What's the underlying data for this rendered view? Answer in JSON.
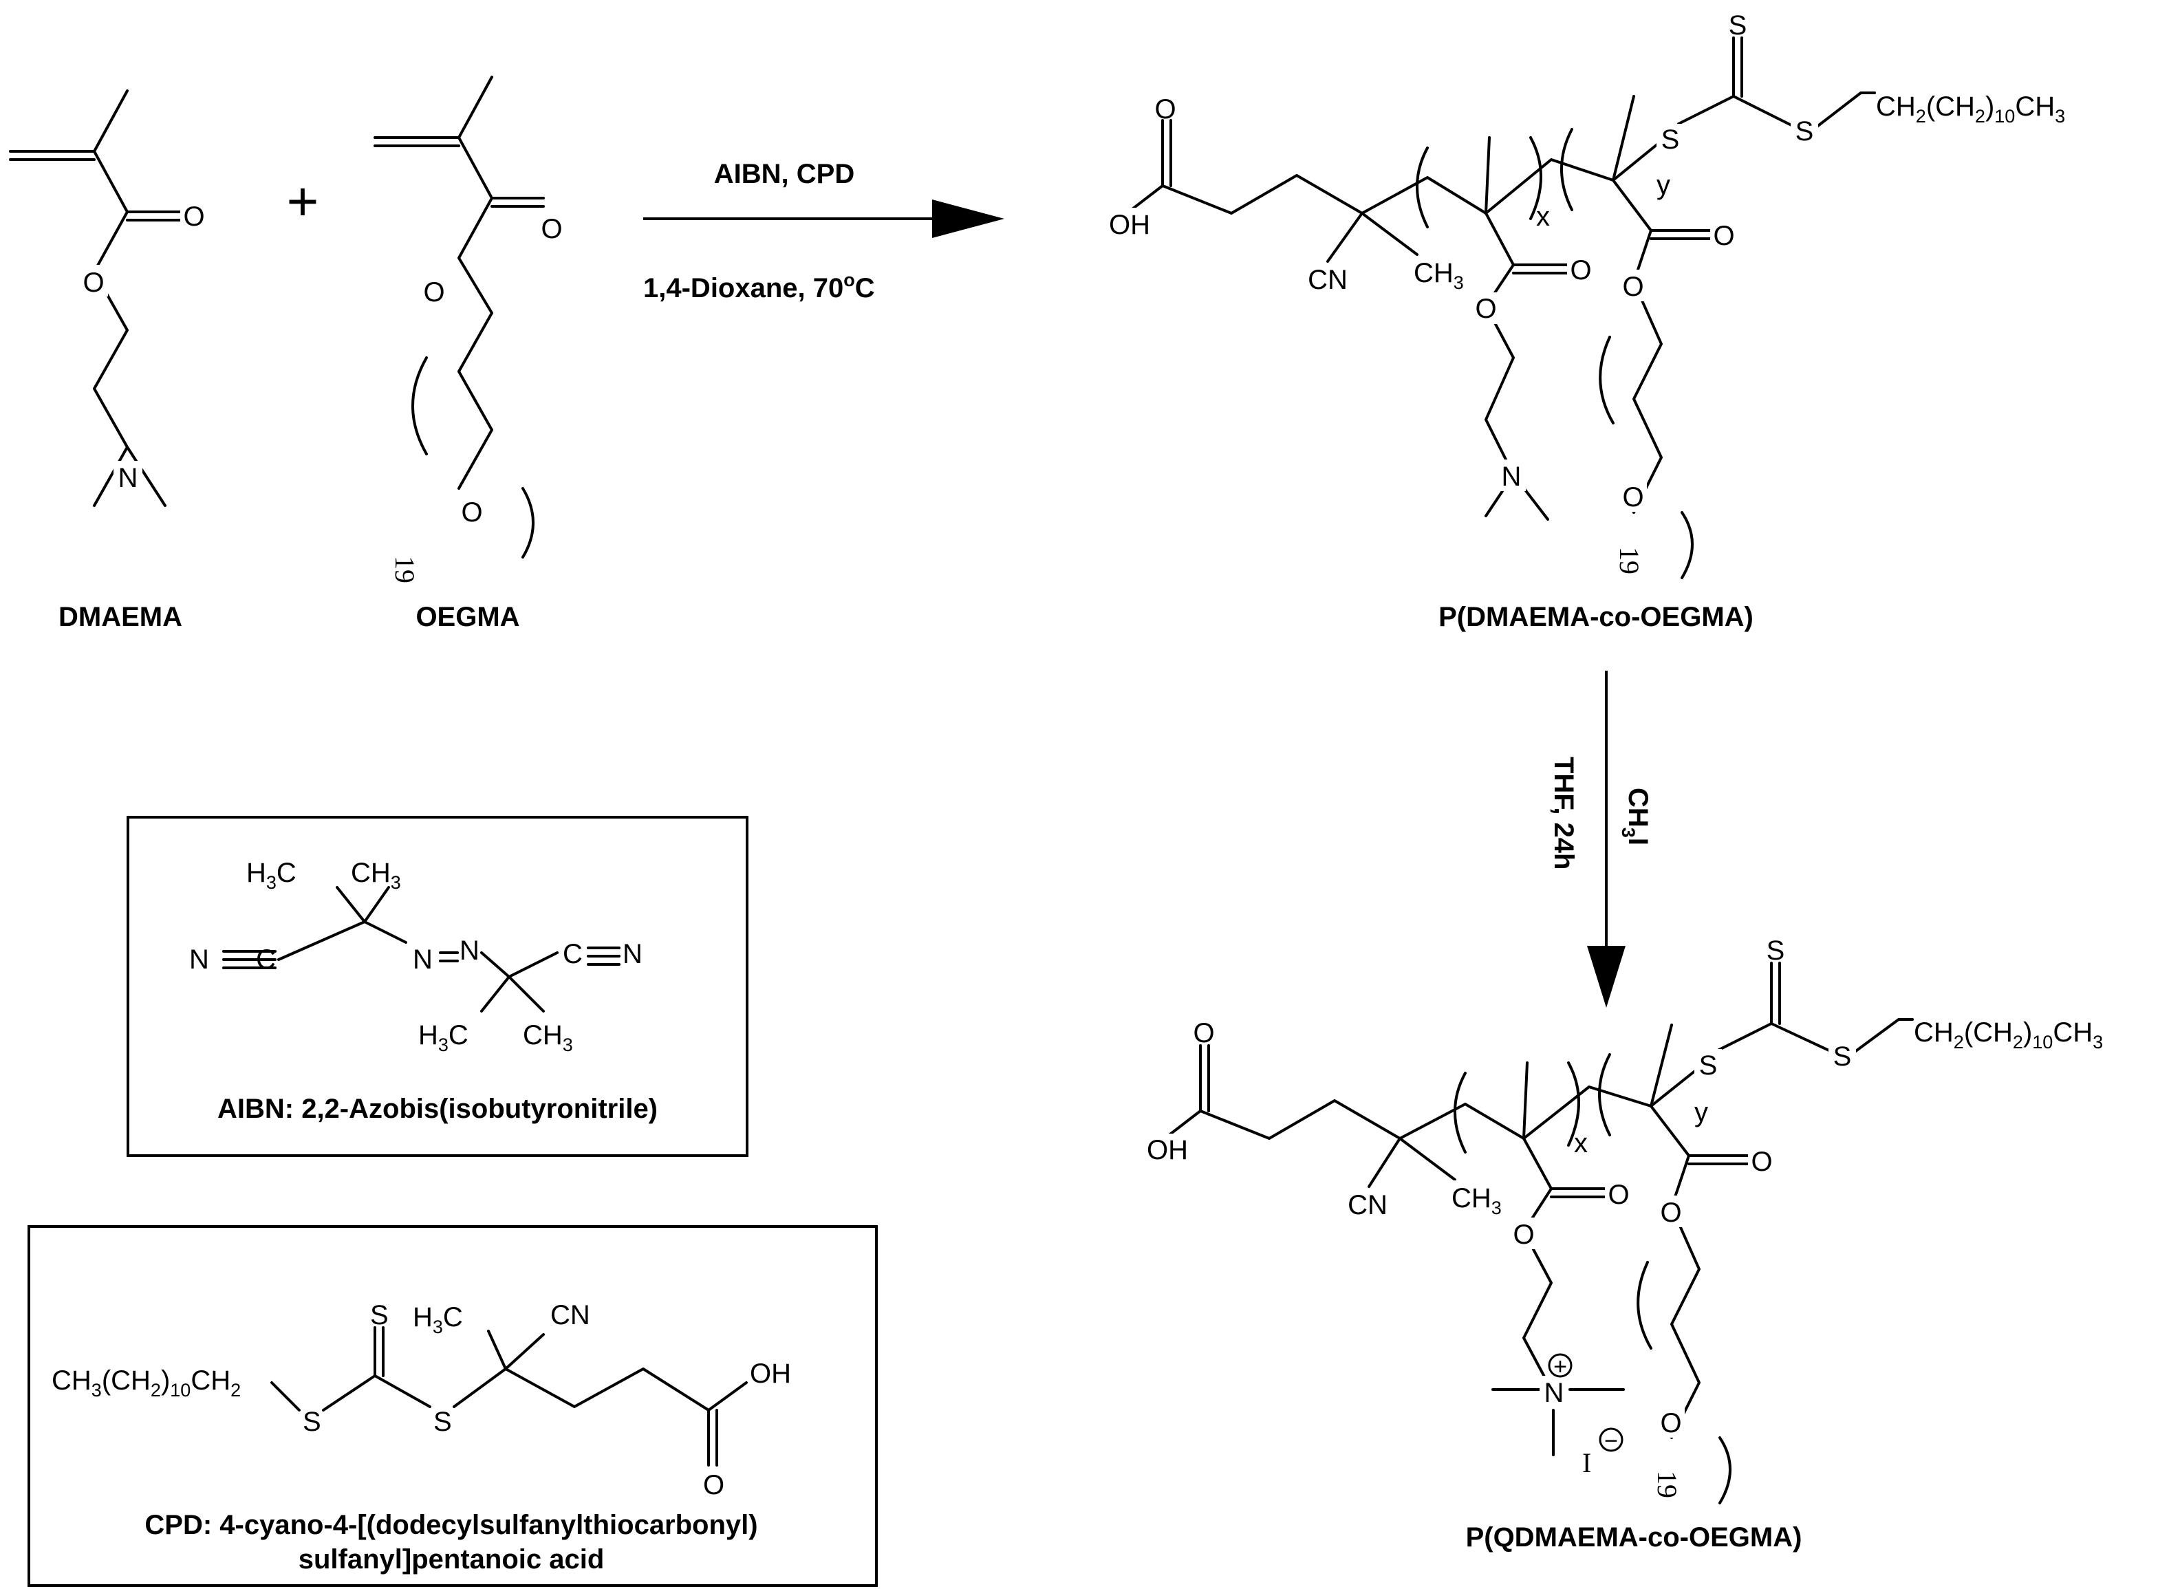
{
  "molecules": {
    "dmaema": {
      "name": "DMAEMA",
      "o_carbonyl": "O",
      "o_ester": "O",
      "n": "N"
    },
    "oegma": {
      "name": "OEGMA",
      "o_carbonyl": "O",
      "o_ester": "O",
      "o_ether": "O",
      "repeat": "19"
    },
    "plus": "+",
    "reaction1": {
      "above": "AIBN, CPD",
      "below_main": "1,4-Dioxane, 70",
      "below_sup": "o",
      "below_end": "C"
    },
    "copolymer": {
      "name": "P(DMAEMA-co-OEGMA)",
      "oh": "OH",
      "o_acid": "O",
      "cn": "CN",
      "ch3": "CH",
      "ch3_sub": "3",
      "x": "x",
      "y": "y",
      "o1": "O",
      "o2": "O",
      "o3": "O",
      "o4": "O",
      "o5": "O",
      "n": "N",
      "s1": "S",
      "s2": "S",
      "s3": "S",
      "chain": "CH",
      "chain_sub1": "2",
      "chain_mid": "(CH",
      "chain_sub2": "2",
      "chain_close": ")",
      "chain_sub3": "10",
      "chain_end": "CH",
      "chain_sub4": "3",
      "repeat": "19"
    },
    "reaction2": {
      "reagent_main": "CH",
      "reagent_sub": "3",
      "reagent_end": "I",
      "conditions": "THF, 24h"
    },
    "quaternized": {
      "name": "P(QDMAEMA-co-OEGMA)",
      "n_plus": "N",
      "plus_sign": "+",
      "iodide": "I",
      "minus_sign": "−"
    }
  },
  "legend": {
    "aibn": {
      "caption": "AIBN: 2,2-Azobis(isobutyronitrile)",
      "h3c_a": "H",
      "h3c_a_sub": "3",
      "h3c_a_end": "C",
      "ch3_a": "CH",
      "ch3_a_sub": "3",
      "nc_left": "N",
      "c_left": "C",
      "azo_n1": "N",
      "azo_n2": "N",
      "c_right": "C",
      "n_right": "N",
      "h3c_b": "H",
      "h3c_b_sub": "3",
      "h3c_b_end": "C",
      "ch3_b": "CH",
      "ch3_b_sub": "3"
    },
    "cpd": {
      "caption_line1": "CPD: 4-cyano-4-[(dodecylsulfanylthiocarbonyl)",
      "caption_line2": "sulfanyl]pentanoic acid",
      "chain": "CH",
      "chain_sub1": "3",
      "chain_mid": "(CH",
      "chain_sub2": "2",
      "chain_close": ")",
      "chain_sub3": "10",
      "chain_end": "CH",
      "chain_sub4": "2",
      "s1": "S",
      "s2": "S",
      "s3": "S",
      "h3c": "H",
      "h3c_sub": "3",
      "h3c_end": "C",
      "cn": "CN",
      "oh": "OH",
      "o": "O"
    }
  }
}
